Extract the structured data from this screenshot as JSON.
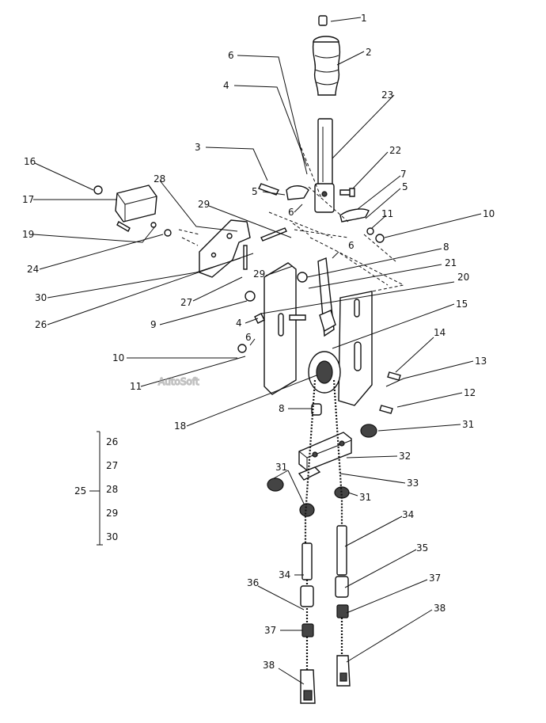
{
  "watermark": "AutoSoft",
  "callouts": [
    {
      "id": "c1",
      "text": "1"
    },
    {
      "id": "c2",
      "text": "2"
    },
    {
      "id": "c3",
      "text": "3"
    },
    {
      "id": "c4a",
      "text": "4"
    },
    {
      "id": "c4b",
      "text": "4"
    },
    {
      "id": "c5a",
      "text": "5"
    },
    {
      "id": "c5b",
      "text": "5"
    },
    {
      "id": "c6a",
      "text": "6"
    },
    {
      "id": "c6b",
      "text": "6"
    },
    {
      "id": "c6c",
      "text": "6"
    },
    {
      "id": "c6d",
      "text": "6"
    },
    {
      "id": "c7",
      "text": "7"
    },
    {
      "id": "c8a",
      "text": "8"
    },
    {
      "id": "c8b",
      "text": "8"
    },
    {
      "id": "c9",
      "text": "9"
    },
    {
      "id": "c10a",
      "text": "10"
    },
    {
      "id": "c10b",
      "text": "10"
    },
    {
      "id": "c11a",
      "text": "11"
    },
    {
      "id": "c11b",
      "text": "11"
    },
    {
      "id": "c12",
      "text": "12"
    },
    {
      "id": "c13",
      "text": "13"
    },
    {
      "id": "c14",
      "text": "14"
    },
    {
      "id": "c15",
      "text": "15"
    },
    {
      "id": "c16",
      "text": "16"
    },
    {
      "id": "c17",
      "text": "17"
    },
    {
      "id": "c18",
      "text": "18"
    },
    {
      "id": "c19",
      "text": "19"
    },
    {
      "id": "c20",
      "text": "20"
    },
    {
      "id": "c21",
      "text": "21"
    },
    {
      "id": "c22",
      "text": "22"
    },
    {
      "id": "c23",
      "text": "23"
    },
    {
      "id": "c24",
      "text": "24"
    },
    {
      "id": "c25",
      "text": "25"
    },
    {
      "id": "c26a",
      "text": "26"
    },
    {
      "id": "c26b",
      "text": "26"
    },
    {
      "id": "c27a",
      "text": "27"
    },
    {
      "id": "c27b",
      "text": "27"
    },
    {
      "id": "c28a",
      "text": "28"
    },
    {
      "id": "c28b",
      "text": "28"
    },
    {
      "id": "c29a",
      "text": "29"
    },
    {
      "id": "c29b",
      "text": "29"
    },
    {
      "id": "c29c",
      "text": "29"
    },
    {
      "id": "c30a",
      "text": "30"
    },
    {
      "id": "c30b",
      "text": "30"
    },
    {
      "id": "c31a",
      "text": "31"
    },
    {
      "id": "c31b",
      "text": "31"
    },
    {
      "id": "c31c",
      "text": "31"
    },
    {
      "id": "c32",
      "text": "32"
    },
    {
      "id": "c33",
      "text": "33"
    },
    {
      "id": "c34a",
      "text": "34"
    },
    {
      "id": "c34b",
      "text": "34"
    },
    {
      "id": "c35",
      "text": "35"
    },
    {
      "id": "c36",
      "text": "36"
    },
    {
      "id": "c37a",
      "text": "37"
    },
    {
      "id": "c37b",
      "text": "37"
    },
    {
      "id": "c38a",
      "text": "38"
    },
    {
      "id": "c38b",
      "text": "38"
    }
  ]
}
